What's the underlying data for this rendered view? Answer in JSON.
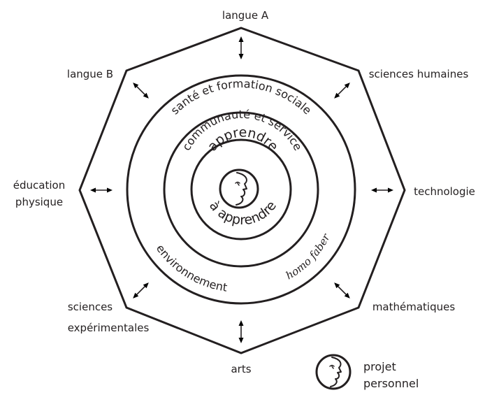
{
  "outer_labels": {
    "langue_a": "langue A",
    "langue_b": "langue B",
    "sciences_humaines": "sciences humaines",
    "education": "éducation",
    "physique": "physique",
    "technologie": "technologie",
    "sciences": "sciences",
    "experimentales": "expérimentales",
    "mathematiques": "mathématiques",
    "arts": "arts"
  },
  "rings": {
    "sante": "santé et formation sociale",
    "environnement": "environnement",
    "homo_faber": "homo faber",
    "communaute": "communauté et service",
    "apprendre": "apprendre",
    "a_apprendre": "à apprendre"
  },
  "legend": {
    "line1": "projet",
    "line2": "personnel",
    "icon": "face-profile-icon"
  },
  "colors": {
    "ink": "#231f20",
    "background": "#ffffff"
  }
}
